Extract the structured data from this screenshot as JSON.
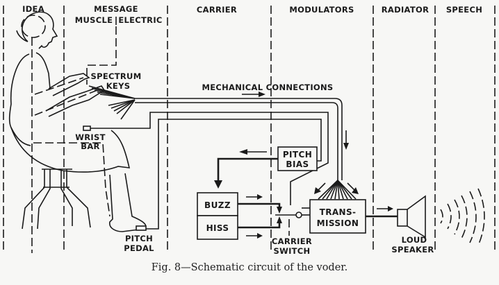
{
  "columns": [
    {
      "id": "idea",
      "label": "IDEA"
    },
    {
      "id": "message",
      "label": "MESSAGE"
    },
    {
      "id": "carrier",
      "label": "CARRIER"
    },
    {
      "id": "modulators",
      "label": "MODULATORS"
    },
    {
      "id": "radiator",
      "label": "RADIATOR"
    },
    {
      "id": "speech",
      "label": "SPEECH"
    }
  ],
  "subcolumns": {
    "muscle": "MUSCLE",
    "electric": "ELECTRIC"
  },
  "labels": {
    "spectrum_keys_1": "SPECTRUM",
    "spectrum_keys_2": "KEYS",
    "mechanical_connections": "MECHANICAL CONNECTIONS",
    "wrist_bar_1": "WRIST",
    "wrist_bar_2": "BAR",
    "pitch_pedal_1": "PITCH",
    "pitch_pedal_2": "PEDAL",
    "carrier_switch_1": "CARRIER",
    "carrier_switch_2": "SWITCH",
    "loud_speaker_1": "LOUD",
    "loud_speaker_2": "SPEAKER"
  },
  "boxes": {
    "pitch_bias_1": "PITCH",
    "pitch_bias_2": "BIAS",
    "buzz": "BUZZ",
    "hiss": "HISS",
    "transmission_1": "TRANS-",
    "transmission_2": "MISSION"
  },
  "caption": "Fig. 8—Schematic circuit of the voder."
}
